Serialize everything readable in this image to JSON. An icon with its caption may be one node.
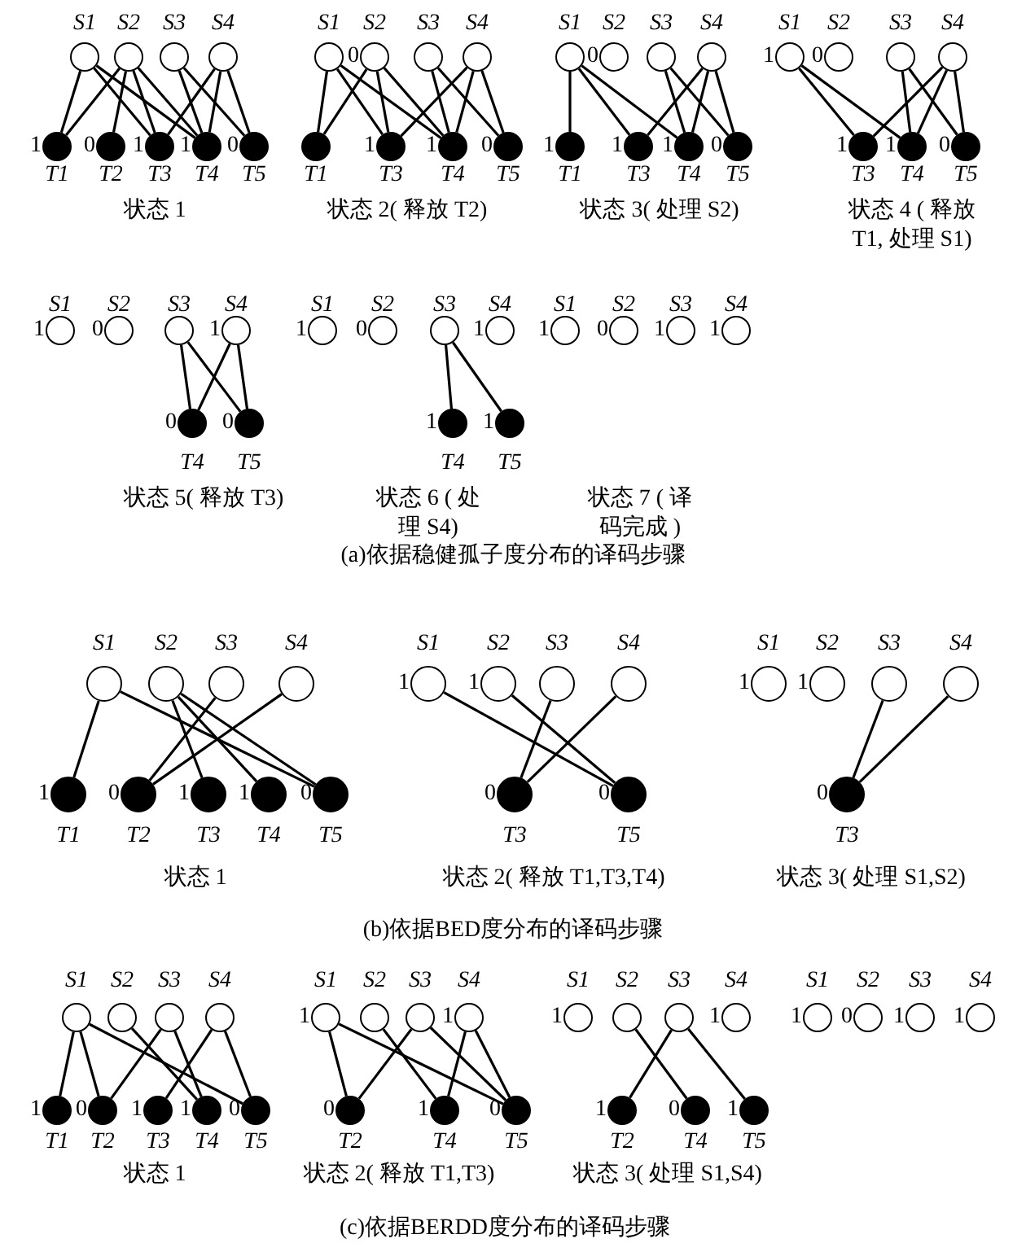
{
  "diagram": {
    "nodes": [
      {
        "text": [],
        "shape": "circle",
        "beside": [
          "S1"
        ]
      },
      {
        "text": [],
        "shape": "circle",
        "beside": [
          "S2"
        ]
      },
      {
        "text": [],
        "shape": "circle",
        "beside": [
          "S3"
        ]
      },
      {
        "text": [],
        "shape": "circle",
        "beside": [
          "S4"
        ]
      },
      {
        "text": [],
        "shape": "disc",
        "beside": [
          "T1",
          "1"
        ]
      },
      {
        "text": [],
        "shape": "disc",
        "beside": [
          "T2",
          "0"
        ]
      },
      {
        "text": [],
        "shape": "disc",
        "beside": [
          "T3",
          "1"
        ]
      },
      {
        "text": [],
        "shape": "disc",
        "beside": [
          "T4",
          "1"
        ]
      },
      {
        "text": [],
        "shape": "disc",
        "beside": [
          "T5",
          "0"
        ]
      },
      {
        "text": [],
        "shape": "circle",
        "beside": [
          "S1"
        ]
      },
      {
        "text": [],
        "shape": "circle",
        "beside": [
          "S2",
          "0"
        ]
      },
      {
        "text": [],
        "shape": "circle",
        "beside": [
          "S3"
        ]
      },
      {
        "text": [],
        "shape": "circle",
        "beside": [
          "S4"
        ]
      },
      {
        "text": [],
        "shape": "disc",
        "beside": [
          "T1"
        ]
      },
      {
        "text": [],
        "shape": "disc",
        "beside": [
          "T3",
          "1"
        ]
      },
      {
        "text": [],
        "shape": "disc",
        "beside": [
          "T4",
          "1"
        ]
      },
      {
        "text": [],
        "shape": "disc",
        "beside": [
          "T5",
          "0"
        ]
      },
      {
        "text": [],
        "shape": "circle",
        "beside": [
          "S1"
        ]
      },
      {
        "text": [],
        "shape": "circle",
        "beside": [
          "S2",
          "0"
        ]
      },
      {
        "text": [],
        "shape": "circle",
        "beside": [
          "S3"
        ]
      },
      {
        "text": [],
        "shape": "circle",
        "beside": [
          "S4"
        ]
      },
      {
        "text": [],
        "shape": "disc",
        "beside": [
          "T1",
          "1"
        ]
      },
      {
        "text": [],
        "shape": "disc",
        "beside": [
          "T3",
          "1"
        ]
      },
      {
        "text": [],
        "shape": "disc",
        "beside": [
          "T4",
          "1"
        ]
      },
      {
        "text": [],
        "shape": "disc",
        "beside": [
          "T5",
          "0"
        ]
      },
      {
        "text": [],
        "shape": "circle",
        "beside": [
          "S1",
          "1"
        ]
      },
      {
        "text": [],
        "shape": "circle",
        "beside": [
          "S2",
          "0"
        ]
      },
      {
        "text": [],
        "shape": "circle",
        "beside": [
          "S3"
        ]
      },
      {
        "text": [],
        "shape": "circle",
        "beside": [
          "S4"
        ]
      },
      {
        "text": [],
        "shape": "disc",
        "beside": [
          "T3",
          "1"
        ]
      },
      {
        "text": [],
        "shape": "disc",
        "beside": [
          "T4",
          "1"
        ]
      },
      {
        "text": [],
        "shape": "disc",
        "beside": [
          "T5",
          "0"
        ]
      },
      {
        "text": [],
        "shape": "circle",
        "beside": [
          "S1",
          "1"
        ]
      },
      {
        "text": [],
        "shape": "circle",
        "beside": [
          "S2",
          "0"
        ]
      },
      {
        "text": [],
        "shape": "circle",
        "beside": [
          "S3"
        ]
      },
      {
        "text": [],
        "shape": "circle",
        "beside": [
          "S4",
          "1"
        ]
      },
      {
        "text": [],
        "shape": "disc",
        "beside": [
          "T4",
          "0"
        ]
      },
      {
        "text": [],
        "shape": "disc",
        "beside": [
          "T5",
          "0"
        ]
      },
      {
        "text": [],
        "shape": "circle",
        "beside": [
          "S1",
          "1"
        ]
      },
      {
        "text": [],
        "shape": "circle",
        "beside": [
          "S2",
          "0"
        ]
      },
      {
        "text": [],
        "shape": "circle",
        "beside": [
          "S3"
        ]
      },
      {
        "text": [],
        "shape": "circle",
        "beside": [
          "S4",
          "1"
        ]
      },
      {
        "text": [],
        "shape": "disc",
        "beside": [
          "T4",
          "1"
        ]
      },
      {
        "text": [],
        "shape": "disc",
        "beside": [
          "T5",
          "1"
        ]
      },
      {
        "text": [],
        "shape": "circle",
        "beside": [
          "S1",
          "1"
        ]
      },
      {
        "text": [],
        "shape": "circle",
        "beside": [
          "S2",
          "0"
        ]
      },
      {
        "text": [],
        "shape": "circle",
        "beside": [
          "S3",
          "1"
        ]
      },
      {
        "text": [],
        "shape": "circle",
        "beside": [
          "S4",
          "1"
        ]
      },
      {
        "text": [],
        "shape": "circle",
        "beside": [
          "S1"
        ]
      },
      {
        "text": [],
        "shape": "circle",
        "beside": [
          "S2"
        ]
      },
      {
        "text": [],
        "shape": "circle",
        "beside": [
          "S3"
        ]
      },
      {
        "text": [],
        "shape": "circle",
        "beside": [
          "S4"
        ]
      },
      {
        "text": [],
        "shape": "disc",
        "beside": [
          "T1",
          "1"
        ]
      },
      {
        "text": [],
        "shape": "disc",
        "beside": [
          "T2",
          "0"
        ]
      },
      {
        "text": [],
        "shape": "disc",
        "beside": [
          "T3",
          "1"
        ]
      },
      {
        "text": [],
        "shape": "disc",
        "beside": [
          "T4",
          "1"
        ]
      },
      {
        "text": [],
        "shape": "disc",
        "beside": [
          "T5",
          "0"
        ]
      },
      {
        "text": [],
        "shape": "circle",
        "beside": [
          "S1",
          "1"
        ]
      },
      {
        "text": [],
        "shape": "circle",
        "beside": [
          "S2",
          "1"
        ]
      },
      {
        "text": [],
        "shape": "circle",
        "beside": [
          "S3"
        ]
      },
      {
        "text": [],
        "shape": "circle",
        "beside": [
          "S4"
        ]
      },
      {
        "text": [],
        "shape": "disc",
        "beside": [
          "T3",
          "0"
        ]
      },
      {
        "text": [],
        "shape": "disc",
        "beside": [
          "T5",
          "0"
        ]
      },
      {
        "text": [],
        "shape": "circle",
        "beside": [
          "S1",
          "1"
        ]
      },
      {
        "text": [],
        "shape": "circle",
        "beside": [
          "S2",
          "1"
        ]
      },
      {
        "text": [],
        "shape": "circle",
        "beside": [
          "S3"
        ]
      },
      {
        "text": [],
        "shape": "circle",
        "beside": [
          "S4"
        ]
      },
      {
        "text": [],
        "shape": "disc",
        "beside": [
          "T3",
          "0"
        ]
      },
      {
        "text": [],
        "shape": "circle",
        "beside": [
          "S1"
        ]
      },
      {
        "text": [],
        "shape": "circle",
        "beside": [
          "S2"
        ]
      },
      {
        "text": [],
        "shape": "circle",
        "beside": [
          "S3"
        ]
      },
      {
        "text": [],
        "shape": "circle",
        "beside": [
          "S4"
        ]
      },
      {
        "text": [],
        "shape": "disc",
        "beside": [
          "T1",
          "1"
        ]
      },
      {
        "text": [],
        "shape": "disc",
        "beside": [
          "T2",
          "0"
        ]
      },
      {
        "text": [],
        "shape": "disc",
        "beside": [
          "T3",
          "1"
        ]
      },
      {
        "text": [],
        "shape": "disc",
        "beside": [
          "T4",
          "1"
        ]
      },
      {
        "text": [],
        "shape": "disc",
        "beside": [
          "T5",
          "0"
        ]
      },
      {
        "text": [],
        "shape": "circle",
        "beside": [
          "S1",
          "1"
        ]
      },
      {
        "text": [],
        "shape": "circle",
        "beside": [
          "S2"
        ]
      },
      {
        "text": [],
        "shape": "circle",
        "beside": [
          "S3"
        ]
      },
      {
        "text": [],
        "shape": "circle",
        "beside": [
          "S4",
          "1"
        ]
      },
      {
        "text": [],
        "shape": "disc",
        "beside": [
          "T2",
          "0"
        ]
      },
      {
        "text": [],
        "shape": "disc",
        "beside": [
          "T4",
          "1"
        ]
      },
      {
        "text": [],
        "shape": "disc",
        "beside": [
          "T5",
          "0"
        ]
      },
      {
        "text": [],
        "shape": "circle",
        "beside": [
          "S1",
          "1"
        ]
      },
      {
        "text": [],
        "shape": "circle",
        "beside": [
          "S2"
        ]
      },
      {
        "text": [],
        "shape": "circle",
        "beside": [
          "S3"
        ]
      },
      {
        "text": [],
        "shape": "circle",
        "beside": [
          "S4",
          "1"
        ]
      },
      {
        "text": [],
        "shape": "disc",
        "beside": [
          "T2",
          "1"
        ]
      },
      {
        "text": [],
        "shape": "disc",
        "beside": [
          "T4",
          "0"
        ]
      },
      {
        "text": [],
        "shape": "disc",
        "beside": [
          "T5",
          "1"
        ]
      },
      {
        "text": [],
        "shape": "circle",
        "beside": [
          "S1",
          "1"
        ]
      },
      {
        "text": [],
        "shape": "circle",
        "beside": [
          "S2",
          "0"
        ]
      },
      {
        "text": [],
        "shape": "circle",
        "beside": [
          "S3",
          "1"
        ]
      },
      {
        "text": [],
        "shape": "circle",
        "beside": [
          "S4",
          "1"
        ]
      }
    ],
    "edges": [
      {
        "from": 0,
        "to": 4,
        "arrow": "none"
      },
      {
        "from": 0,
        "to": 6,
        "arrow": "none"
      },
      {
        "from": 0,
        "to": 7,
        "arrow": "none"
      },
      {
        "from": 1,
        "to": 4,
        "arrow": "none"
      },
      {
        "from": 1,
        "to": 5,
        "arrow": "none"
      },
      {
        "from": 1,
        "to": 6,
        "arrow": "none"
      },
      {
        "from": 1,
        "to": 7,
        "arrow": "none"
      },
      {
        "from": 2,
        "to": 7,
        "arrow": "none"
      },
      {
        "from": 2,
        "to": 8,
        "arrow": "none"
      },
      {
        "from": 3,
        "to": 6,
        "arrow": "none"
      },
      {
        "from": 3,
        "to": 7,
        "arrow": "none"
      },
      {
        "from": 3,
        "to": 8,
        "arrow": "none"
      },
      {
        "from": 9,
        "to": 13,
        "arrow": "none"
      },
      {
        "from": 9,
        "to": 14,
        "arrow": "none"
      },
      {
        "from": 9,
        "to": 15,
        "arrow": "none"
      },
      {
        "from": 10,
        "to": 13,
        "arrow": "none"
      },
      {
        "from": 10,
        "to": 14,
        "arrow": "none"
      },
      {
        "from": 10,
        "to": 15,
        "arrow": "none"
      },
      {
        "from": 11,
        "to": 15,
        "arrow": "none"
      },
      {
        "from": 11,
        "to": 16,
        "arrow": "none"
      },
      {
        "from": 12,
        "to": 14,
        "arrow": "none"
      },
      {
        "from": 12,
        "to": 15,
        "arrow": "none"
      },
      {
        "from": 12,
        "to": 16,
        "arrow": "none"
      },
      {
        "from": 17,
        "to": 21,
        "arrow": "none"
      },
      {
        "from": 17,
        "to": 22,
        "arrow": "none"
      },
      {
        "from": 17,
        "to": 23,
        "arrow": "none"
      },
      {
        "from": 19,
        "to": 23,
        "arrow": "none"
      },
      {
        "from": 19,
        "to": 24,
        "arrow": "none"
      },
      {
        "from": 20,
        "to": 22,
        "arrow": "none"
      },
      {
        "from": 20,
        "to": 23,
        "arrow": "none"
      },
      {
        "from": 20,
        "to": 24,
        "arrow": "none"
      },
      {
        "from": 25,
        "to": 29,
        "arrow": "none"
      },
      {
        "from": 25,
        "to": 30,
        "arrow": "none"
      },
      {
        "from": 27,
        "to": 30,
        "arrow": "none"
      },
      {
        "from": 27,
        "to": 31,
        "arrow": "none"
      },
      {
        "from": 28,
        "to": 29,
        "arrow": "none"
      },
      {
        "from": 28,
        "to": 30,
        "arrow": "none"
      },
      {
        "from": 28,
        "to": 31,
        "arrow": "none"
      },
      {
        "from": 34,
        "to": 36,
        "arrow": "none"
      },
      {
        "from": 34,
        "to": 37,
        "arrow": "none"
      },
      {
        "from": 35,
        "to": 36,
        "arrow": "none"
      },
      {
        "from": 35,
        "to": 37,
        "arrow": "none"
      },
      {
        "from": 40,
        "to": 42,
        "arrow": "none"
      },
      {
        "from": 40,
        "to": 43,
        "arrow": "none"
      },
      {
        "from": 48,
        "to": 52,
        "arrow": "none"
      },
      {
        "from": 48,
        "to": 56,
        "arrow": "none"
      },
      {
        "from": 49,
        "to": 54,
        "arrow": "none"
      },
      {
        "from": 49,
        "to": 55,
        "arrow": "none"
      },
      {
        "from": 49,
        "to": 56,
        "arrow": "none"
      },
      {
        "from": 50,
        "to": 53,
        "arrow": "none"
      },
      {
        "from": 51,
        "to": 53,
        "arrow": "none"
      },
      {
        "from": 57,
        "to": 62,
        "arrow": "none"
      },
      {
        "from": 58,
        "to": 62,
        "arrow": "none"
      },
      {
        "from": 59,
        "to": 61,
        "arrow": "none"
      },
      {
        "from": 60,
        "to": 61,
        "arrow": "none"
      },
      {
        "from": 65,
        "to": 67,
        "arrow": "none"
      },
      {
        "from": 66,
        "to": 67,
        "arrow": "none"
      },
      {
        "from": 68,
        "to": 72,
        "arrow": "none"
      },
      {
        "from": 68,
        "to": 73,
        "arrow": "none"
      },
      {
        "from": 68,
        "to": 76,
        "arrow": "none"
      },
      {
        "from": 69,
        "to": 75,
        "arrow": "none"
      },
      {
        "from": 70,
        "to": 73,
        "arrow": "none"
      },
      {
        "from": 70,
        "to": 75,
        "arrow": "none"
      },
      {
        "from": 71,
        "to": 74,
        "arrow": "none"
      },
      {
        "from": 71,
        "to": 76,
        "arrow": "none"
      },
      {
        "from": 77,
        "to": 81,
        "arrow": "none"
      },
      {
        "from": 77,
        "to": 83,
        "arrow": "none"
      },
      {
        "from": 78,
        "to": 82,
        "arrow": "none"
      },
      {
        "from": 79,
        "to": 81,
        "arrow": "none"
      },
      {
        "from": 79,
        "to": 83,
        "arrow": "none"
      },
      {
        "from": 80,
        "to": 82,
        "arrow": "none"
      },
      {
        "from": 80,
        "to": 83,
        "arrow": "none"
      },
      {
        "from": 85,
        "to": 89,
        "arrow": "none"
      },
      {
        "from": 86,
        "to": 88,
        "arrow": "none"
      },
      {
        "from": 86,
        "to": 90,
        "arrow": "none"
      }
    ],
    "labels": [
      "状态 1",
      "状态 2( 释放 T2)",
      "状态 3( 处理 S2)",
      "状态 4 ( 释放 T1, 处理 S1)",
      "状态 5( 释放 T3)",
      "状态 6 ( 处理 S4)",
      "状态 7 ( 译码完成 )",
      "(a)依据稳健孤子度分布的译码步骤",
      "状态 1",
      "状态 2( 释放 T1,T3,T4)",
      "状态 3( 处理 S1,S2)",
      "(b)依据BED度分布的译码步骤",
      "状态 1",
      "状态 2( 释放 T1,T3)",
      "状态 3( 处理 S1,S4)",
      "(c)依据BERDD度分布的译码步骤"
    ]
  }
}
